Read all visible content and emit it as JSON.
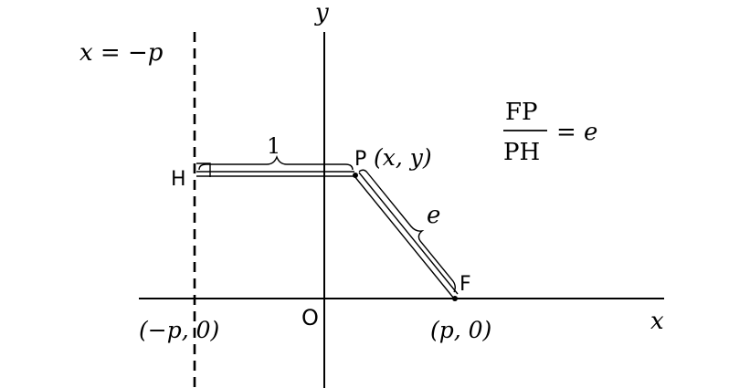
{
  "labels": {
    "y_axis": "y",
    "x_axis": "x",
    "directrix": "x = −p",
    "origin": "O",
    "point_h": "H",
    "point_p": "P",
    "point_p_coords": "(x, y)",
    "point_f": "F",
    "neg_p_coord": "(−p, 0)",
    "p_coord": "(p, 0)",
    "distance_one": "1",
    "distance_e": "e",
    "ratio_numerator": "FP",
    "ratio_denominator": "PH",
    "ratio_rhs": "= e"
  },
  "colors": {
    "ink": "#000000",
    "background": "#ffffff"
  }
}
